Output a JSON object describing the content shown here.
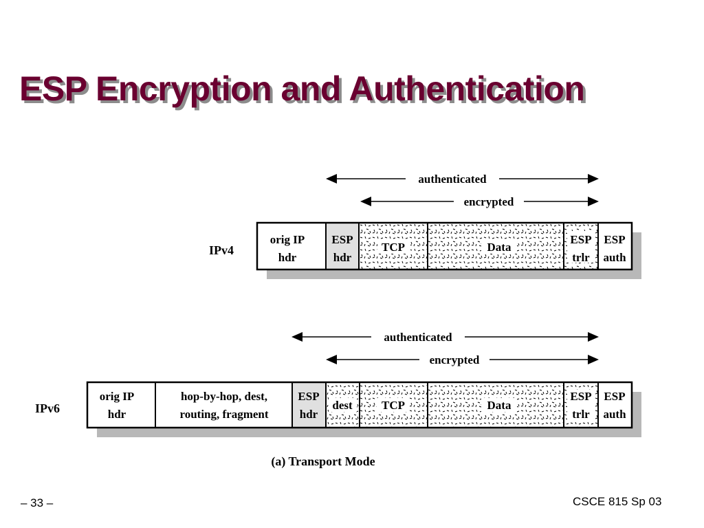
{
  "title": "ESP Encryption and Authentication",
  "diagram": {
    "ipv4": {
      "row_label": "IPv4",
      "authenticated_label": "authenticated",
      "encrypted_label": "encrypted",
      "fields": {
        "orig_ip": [
          "orig IP",
          "hdr"
        ],
        "esp_hdr": [
          "ESP",
          "hdr"
        ],
        "tcp": [
          "TCP"
        ],
        "data": [
          "Data"
        ],
        "esp_trlr": [
          "ESP",
          "trlr"
        ],
        "esp_auth": [
          "ESP",
          "auth"
        ]
      }
    },
    "ipv6": {
      "row_label": "IPv6",
      "authenticated_label": "authenticated",
      "encrypted_label": "encrypted",
      "fields": {
        "orig_ip": [
          "orig IP",
          "hdr"
        ],
        "ext_hdrs": [
          "hop-by-hop, dest,",
          "routing, fragment"
        ],
        "esp_hdr": [
          "ESP",
          "hdr"
        ],
        "dest": [
          "dest"
        ],
        "tcp": [
          "TCP"
        ],
        "data": [
          "Data"
        ],
        "esp_trlr": [
          "ESP",
          "trlr"
        ],
        "esp_auth": [
          "ESP",
          "auth"
        ]
      }
    },
    "caption": "(a) Transport Mode"
  },
  "colors": {
    "title": "#6a0030",
    "title_shadow": "#8c8c8c",
    "esp_hdr_fill": "#e0e0e0",
    "drop_shadow": "#b8b8b8",
    "encrypted_fill_pattern": "#ffffff"
  },
  "footer": {
    "page": "– 33 –",
    "course": "CSCE 815 Sp 03"
  }
}
